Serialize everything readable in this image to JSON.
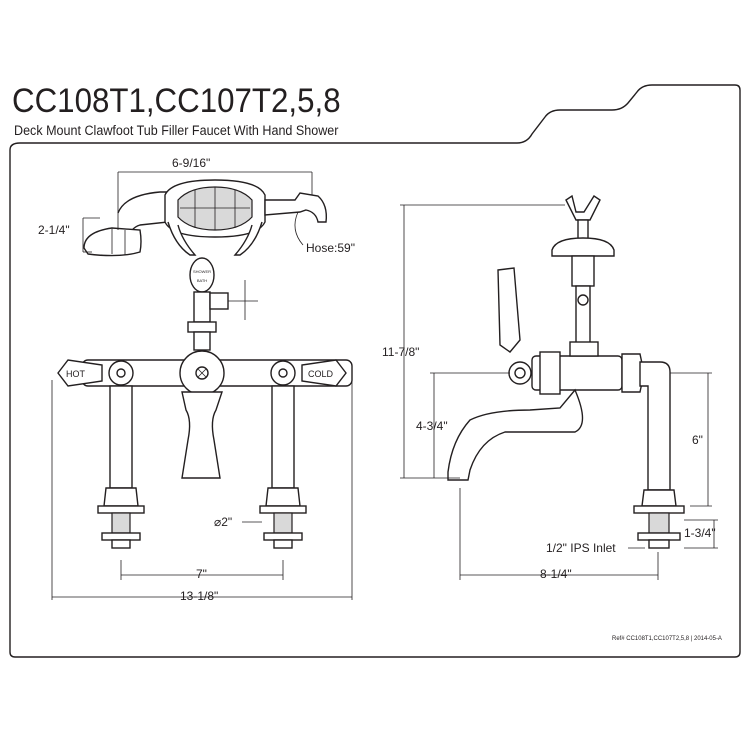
{
  "header": {
    "model_numbers": "CC108T1,CC107T2,5,8",
    "description": "Deck Mount Clawfoot Tub Filler Faucet With Hand Shower"
  },
  "front_view": {
    "handshower_width": "6-9/16\"",
    "handshower_height": "2-1/4\"",
    "hose_length": "Hose:59\"",
    "hot_label": "HOT",
    "cold_label": "COLD",
    "cradle_label_line1": "SHOWER",
    "cradle_label_line2": "BATH",
    "hole_diameter": "⌀2\"",
    "center_spacing": "7\"",
    "overall_width": "13-1/8\""
  },
  "side_view": {
    "overall_height": "11-7/8\"",
    "spout_height": "4-3/4\"",
    "riser_height": "6\"",
    "shank_length": "1-3/4\"",
    "inlet_label": "1/2\" IPS Inlet",
    "spout_reach": "8-1/4\""
  },
  "footer": {
    "reference": "Ref# CC108T1,CC107T2,5,8 | 2014-05-A"
  }
}
